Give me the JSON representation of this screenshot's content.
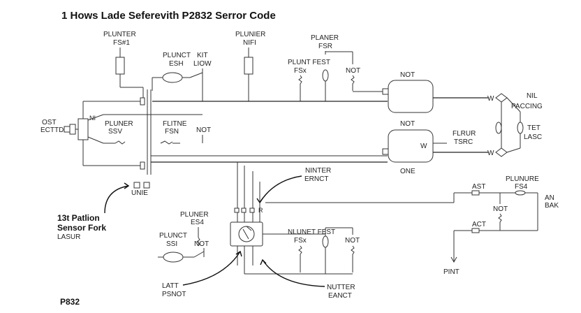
{
  "title": "1 Hows Lade Seferevith P2832 Serror Code",
  "footer_code": "P832",
  "colors": {
    "wire": "#333333",
    "text": "#111111",
    "background": "#ffffff"
  },
  "labels": {
    "plunter_1": "PLUNTER",
    "plunter_1b": "FS#1",
    "plunct_kit": "PLUNCT",
    "plunct_kit_b": "ESH",
    "kit": "KIT",
    "kit_b": "LIOW",
    "plunier": "PLUNIER",
    "plunier_b": "NIFI",
    "planer_top": "PLANER",
    "planer_top_b": "FSR",
    "plunt_fest": "PLUNT FEST",
    "plunt_fest_b": "FSx",
    "not_top": "NOT",
    "not_box1": "NOT",
    "ost": "OST",
    "ectt": "ECTTD",
    "ni": "NI",
    "pluner_mid": "PLUNER",
    "pluner_mid_b": "SSV",
    "flitne": "FLITNE",
    "flitne_b": "FSN",
    "not_mid": "NOT",
    "not_box2": "NOT",
    "one": "ONE",
    "flrur": "FLRUR",
    "tsrc": "TSRC",
    "w1": "W",
    "w2": "W",
    "w3": "W",
    "nil": "NIL",
    "paccing": "PACCING",
    "tet": "TET",
    "lasc": "LASC",
    "unie": "UNIE",
    "side_title_1": "13t Patlion",
    "side_title_2": "Sensor Fork",
    "side_title_3": "LASUR",
    "pluner_low": "PLUNER",
    "pluner_low_b": "ES4",
    "plunct_low": "PLUNCT",
    "plunct_low_b": "SSI",
    "not_low": "NOT",
    "latt": "LATT",
    "psnot": "PSNOT",
    "ninter": "NINTER",
    "ernct": "ERNCT",
    "nlunet": "NLUNET FEST",
    "nlunet_b": "FSx",
    "not_low2": "NOT",
    "nutter": "NUTTER",
    "eanct": "EANCT",
    "ast": "AST",
    "act": "ACT",
    "plunure": "PLUNURE",
    "plunure_b": "FS4",
    "not_right": "NOT",
    "an": "AN",
    "bak": "BAK",
    "pint": "PINT",
    "mod_r": "R"
  }
}
